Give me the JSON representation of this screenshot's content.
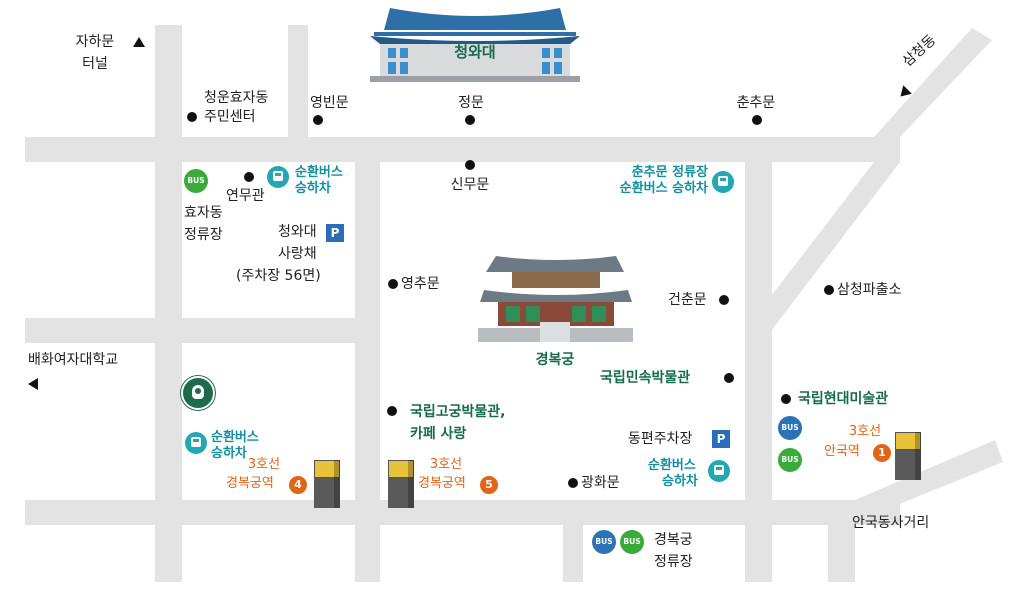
{
  "title": "청와대",
  "palace": "경복궁",
  "labels": {
    "jahamun": "자하문",
    "tunnel": "터널",
    "cheongun": "청운효자동",
    "community": "주민센터",
    "yeongbinmun": "영빈문",
    "jeongmun": "정문",
    "chunchumun": "춘추문",
    "samcheongdong": "삼청동",
    "sinmumun": "신무문",
    "yeonmugwan": "연무관",
    "hyojadong": "효자동",
    "stop": "정류장",
    "sarangchae1": "청와대",
    "sarangchae2": "사랑채",
    "parking56": "(주차장 56면)",
    "circular_bus_1": "순환버스",
    "circular_bus_2": "승하차",
    "chunchumun_stop_1": "춘추문 정류장",
    "chunchumun_stop_2": "순환버스 승하차",
    "yeongchumun": "영추문",
    "geonchunmun": "건춘문",
    "samcheong_police": "삼청파출소",
    "ewha": "배화여자대학교",
    "folk_museum": "국립민속박물관",
    "mmca": "국립현대미술관",
    "palace_museum_1": "국립고궁박물관,",
    "palace_museum_2": "카페 사랑",
    "east_parking": "동편주차장",
    "line3": "3호선",
    "gyeongbokgung_stn": "경복궁역",
    "anguk_stn": "안국역",
    "gwanghwamun": "광화문",
    "anguk_intersection": "안국동사거리",
    "gyeongbokgung_stop": "경복궁",
    "bus": "BUS",
    "parking_letter": "P",
    "exit4": "4",
    "exit5": "5",
    "exit1": "1"
  },
  "colors": {
    "road": "#e3e3e3",
    "green_text": "#176b4d",
    "teal": "#23a7b5",
    "orange": "#e0651a",
    "bus_green": "#3aab3a",
    "bus_blue": "#2b73b6",
    "parking": "#2b6db6"
  },
  "icons": {
    "marker": "dot",
    "bus_stop": "bus-stop-icon",
    "parking": "parking-icon",
    "subway": "subway-exit-icon",
    "cafe": "starbucks-logo"
  }
}
